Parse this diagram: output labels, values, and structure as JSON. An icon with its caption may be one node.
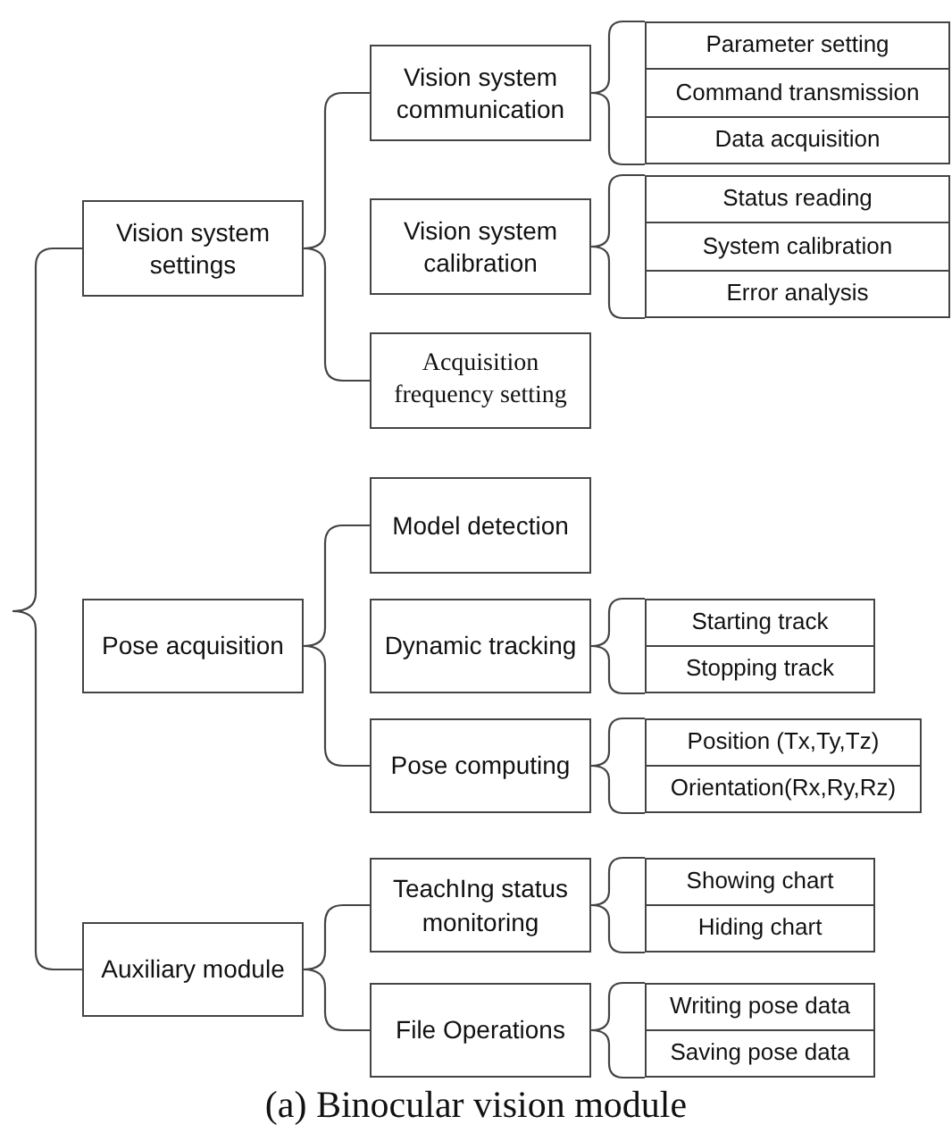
{
  "diagram": {
    "caption": "(a) Binocular vision module",
    "nodes": [
      {
        "text": [
          "Vision system settings"
        ]
      },
      {
        "text": [
          "Vision system communication"
        ]
      },
      {
        "text": [
          "Parameter setting"
        ]
      },
      {
        "text": [
          "Command transmission"
        ]
      },
      {
        "text": [
          "Data acquisition"
        ]
      },
      {
        "text": [
          "Vision system calibration"
        ]
      },
      {
        "text": [
          "Status reading"
        ]
      },
      {
        "text": [
          "System calibration"
        ]
      },
      {
        "text": [
          "Error analysis"
        ]
      },
      {
        "text": [
          "Acquisition frequency setting"
        ]
      },
      {
        "text": [
          "Pose acquisition"
        ]
      },
      {
        "text": [
          "Model detection"
        ]
      },
      {
        "text": [
          "Dynamic tracking"
        ]
      },
      {
        "text": [
          "Starting track"
        ]
      },
      {
        "text": [
          "Stopping track"
        ]
      },
      {
        "text": [
          "Pose computing"
        ]
      },
      {
        "text": [
          "Position (Tx,Ty,Tz)"
        ]
      },
      {
        "text": [
          "Orientation(Rx,Ry,Rz)"
        ]
      },
      {
        "text": [
          "Auxiliary module"
        ]
      },
      {
        "text": [
          "TeachIng status monitoring"
        ]
      },
      {
        "text": [
          "Showing chart"
        ]
      },
      {
        "text": [
          "Hiding chart"
        ]
      },
      {
        "text": [
          "File Operations"
        ]
      },
      {
        "text": [
          "Writing pose data"
        ]
      },
      {
        "text": [
          "Saving pose data"
        ]
      }
    ],
    "edges": [
      {
        "from": null,
        "to": 0,
        "arrow": "none"
      },
      {
        "from": null,
        "to": 18,
        "arrow": "none"
      },
      {
        "from": 0,
        "to": 1,
        "arrow": "none"
      },
      {
        "from": 0,
        "to": 9,
        "arrow": "none"
      },
      {
        "from": 1,
        "to": 2,
        "arrow": "none"
      },
      {
        "from": 1,
        "to": 4,
        "arrow": "none"
      },
      {
        "from": 5,
        "to": 6,
        "arrow": "none"
      },
      {
        "from": 5,
        "to": 8,
        "arrow": "none"
      },
      {
        "from": 10,
        "to": 11,
        "arrow": "none"
      },
      {
        "from": 10,
        "to": 15,
        "arrow": "none"
      },
      {
        "from": 12,
        "to": 13,
        "arrow": "none"
      },
      {
        "from": 12,
        "to": 14,
        "arrow": "none"
      },
      {
        "from": 15,
        "to": 16,
        "arrow": "none"
      },
      {
        "from": 15,
        "to": 17,
        "arrow": "none"
      },
      {
        "from": 18,
        "to": 19,
        "arrow": "none"
      },
      {
        "from": 18,
        "to": 22,
        "arrow": "none"
      },
      {
        "from": 19,
        "to": 20,
        "arrow": "none"
      },
      {
        "from": 19,
        "to": 21,
        "arrow": "none"
      },
      {
        "from": 22,
        "to": 23,
        "arrow": "none"
      },
      {
        "from": 22,
        "to": 24,
        "arrow": "none"
      }
    ]
  }
}
